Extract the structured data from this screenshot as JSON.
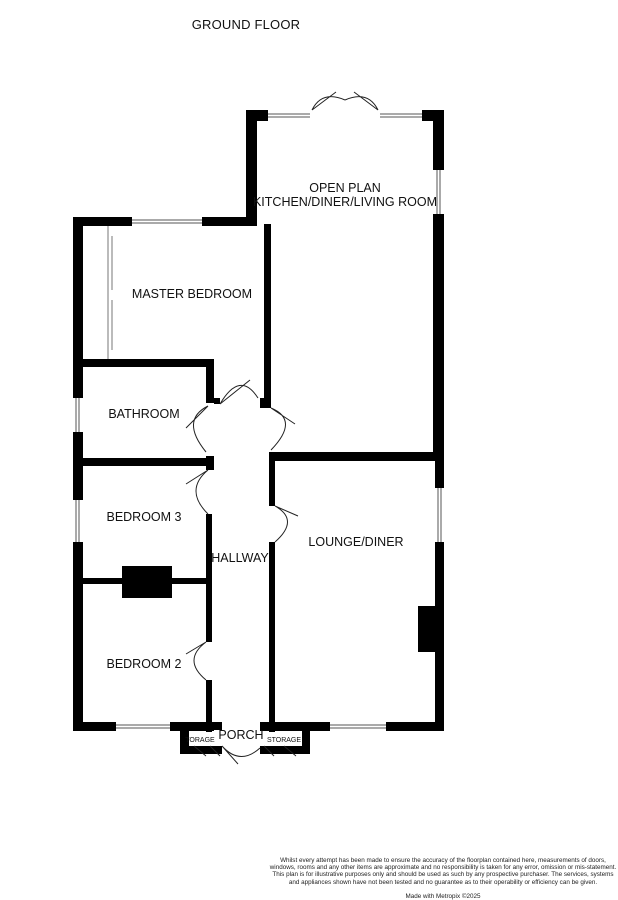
{
  "title": "GROUND FLOOR",
  "rooms": {
    "kitchen_line1": "OPEN PLAN",
    "kitchen_line2": "KITCHEN/DINER/LIVING ROOM",
    "master_bedroom": "MASTER BEDROOM",
    "bathroom": "BATHROOM",
    "bedroom3": "BEDROOM 3",
    "hallway": "HALLWAY",
    "lounge": "LOUNGE/DINER",
    "bedroom2": "BEDROOM 2",
    "porch": "PORCH",
    "storage_left": "TORAGE",
    "storage_right": "STORAGE"
  },
  "disclaimer": "Whilst every attempt has been made to ensure the accuracy of the floorplan contained here, measurements of doors, windows, rooms and any other items are approximate and no responsibility is taken for any error, omission or mis-statement. This plan is for illustrative purposes only and should be used as such by any prospective purchaser. The services, systems and appliances shown have not been tested and no guarantee as to their operability or efficiency can be given.",
  "credit": "Made with Metropix ©2025"
}
